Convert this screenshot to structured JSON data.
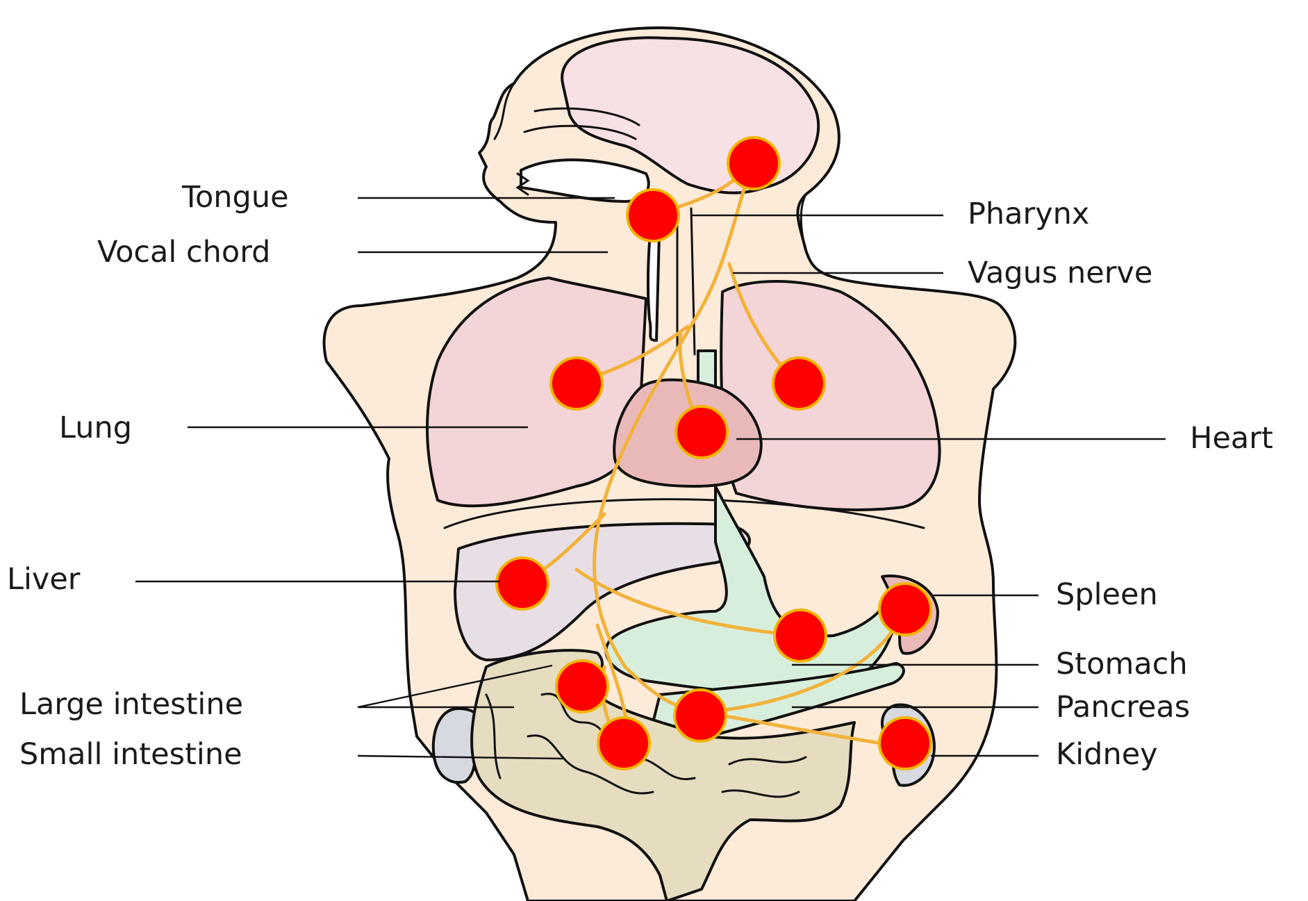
{
  "diagram": {
    "labels": {
      "tongue": "Tongue",
      "vocal_chord": "Vocal chord",
      "lung": "Lung",
      "liver": "Liver",
      "large_intestine": "Large intestine",
      "small_intestine": "Small intestine",
      "pharynx": "Pharynx",
      "vagus_nerve": "Vagus nerve",
      "heart": "Heart",
      "spleen": "Spleen",
      "stomach": "Stomach",
      "pancreas": "Pancreas",
      "kidney": "Kidney"
    },
    "colors": {
      "skin": "#fdebd9",
      "brain": "#f8e1e4",
      "lung": "#f3d4d7",
      "heart": "#e9b9b9",
      "liver": "#e8dfe6",
      "stomach": "#d8eedd",
      "intestine": "#e6dcc0",
      "kidney": "#d7d9e0",
      "nerve": "#f2b23a",
      "marker_fill": "#ff0000",
      "marker_ring": "#f3b400"
    }
  }
}
